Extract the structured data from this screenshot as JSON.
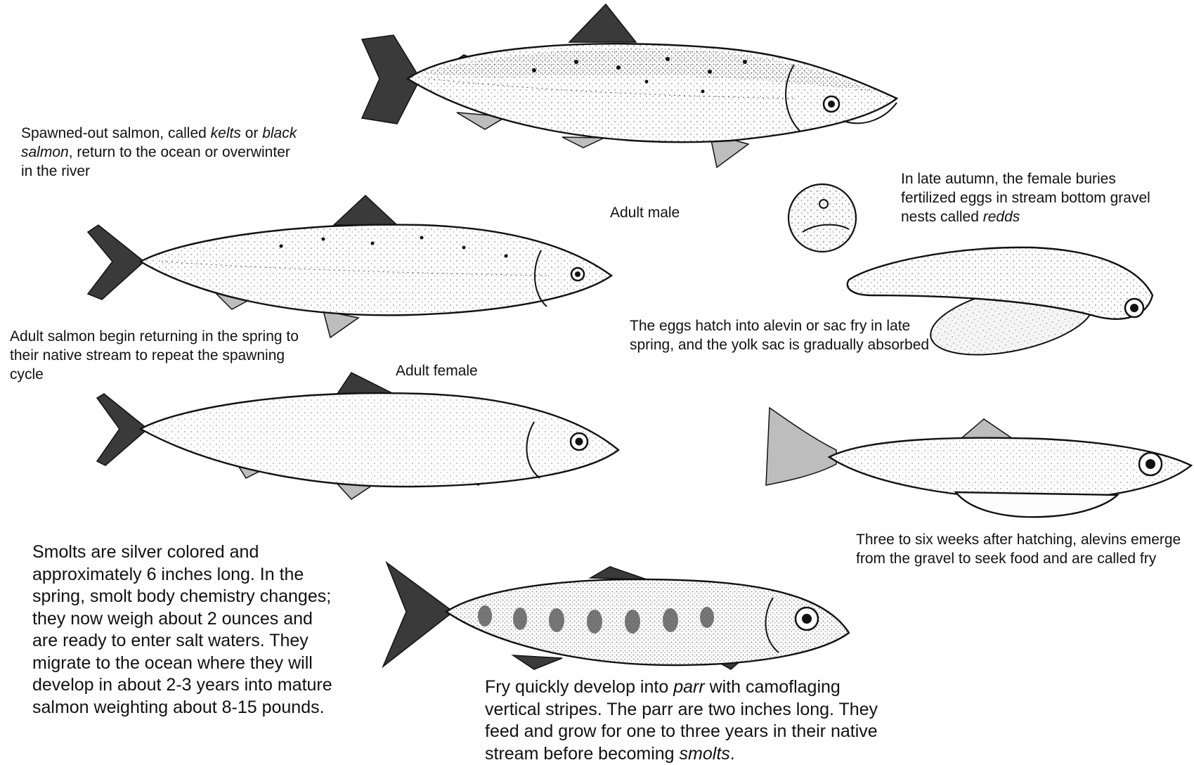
{
  "labels": {
    "adult_male": "Adult male",
    "adult_female": "Adult female"
  },
  "captions": {
    "kelts": {
      "pre": "Spawned-out salmon, called ",
      "em1": "kelts",
      "mid": " or ",
      "em2": "black salmon",
      "post": ", return to the ocean or overwinter in the river"
    },
    "returning": {
      "text": "Adult salmon begin returning in the spring to their native stream to repeat the spawning cycle"
    },
    "redds": {
      "pre": "In late autumn, the female buries fertilized eggs in stream bottom gravel nests called ",
      "em": "redds"
    },
    "alevin": {
      "text": "The eggs hatch into alevin or sac fry in late spring, and the yolk sac is gradually absorbed"
    },
    "fry": {
      "text": "Three to six weeks after hatching, alevins emerge from the gravel to seek food and are called fry"
    },
    "smolts": {
      "text": "Smolts are silver colored and approximately 6 inches long.  In the spring, smolt body chemistry changes; they now weigh about 2 ounces and are ready to enter salt waters.  They migrate to the ocean where they will develop in about 2-3 years into mature salmon weighting about 8-15 pounds."
    },
    "parr": {
      "pre": "Fry quickly develop into ",
      "em1": "parr",
      "mid": " with camoflaging vertical stripes.  The parr are two inches long.  They feed and grow for one to three years in their native stream before becoming ",
      "em2": "smolts",
      "post": "."
    }
  }
}
